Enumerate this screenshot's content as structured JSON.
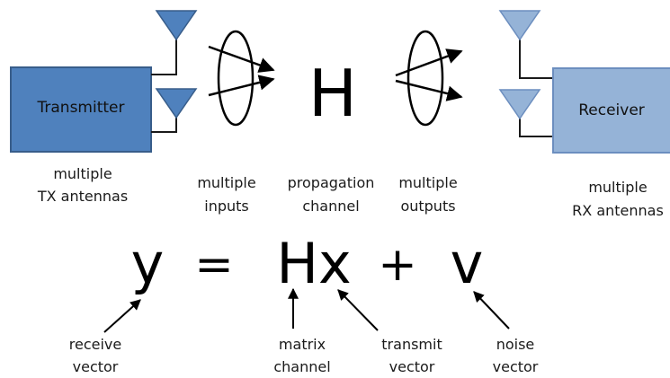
{
  "transmitter": {
    "label": "Transmitter",
    "color": "#4F81BD",
    "border": "#385D8A"
  },
  "receiver": {
    "label": "Receiver",
    "color": "#95B3D7",
    "border": "#6C8EBF"
  },
  "channel_symbol": "H",
  "labels": {
    "tx_antennas": [
      "multiple",
      "TX antennas"
    ],
    "inputs": [
      "multiple",
      "inputs"
    ],
    "propagation": [
      "propagation",
      "channel"
    ],
    "outputs": [
      "multiple",
      "outputs"
    ],
    "rx_antennas": [
      "multiple",
      "RX antennas"
    ]
  },
  "equation": {
    "y": "y",
    "equals": "=",
    "Hx": "Hx",
    "plus": "+",
    "v": "v"
  },
  "annotations": {
    "receive": [
      "receive",
      "vector"
    ],
    "matrix": [
      "matrix",
      "channel"
    ],
    "transmit": [
      "transmit",
      "vector"
    ],
    "noise": [
      "noise",
      "vector"
    ]
  },
  "icons": {
    "tx_antenna": "triangle-antenna-icon",
    "rx_antenna": "triangle-antenna-icon",
    "inputs": "ellipse-arrows-icon",
    "outputs": "ellipse-arrows-icon"
  }
}
